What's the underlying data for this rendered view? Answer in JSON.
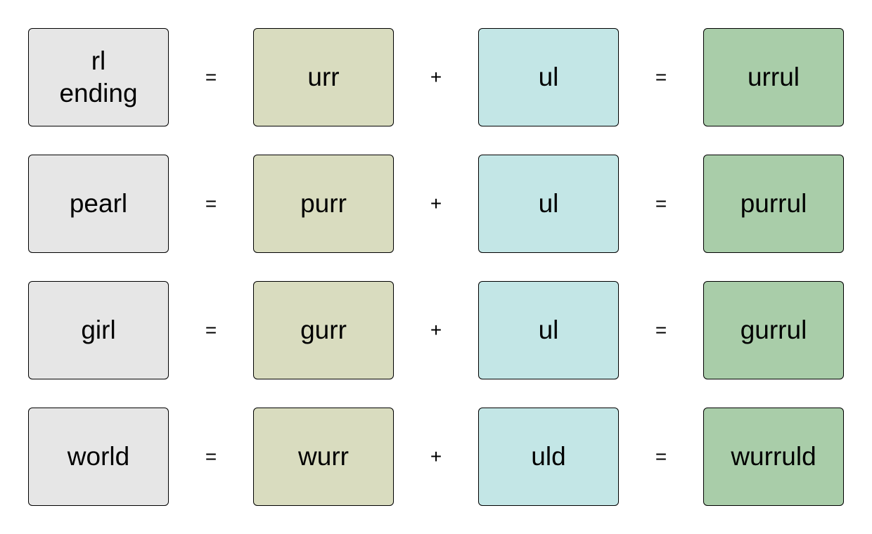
{
  "colors": {
    "word": "#e6e6e6",
    "prefix": "#d9dcbf",
    "suffix": "#c3e6e6",
    "result": "#a9cda9"
  },
  "rows": [
    {
      "word": "rl\nending",
      "eq1": "=",
      "prefix": "urr",
      "plus": "+",
      "suffix": "ul",
      "eq2": "=",
      "result": "urrul"
    },
    {
      "word": "pearl",
      "eq1": "=",
      "prefix": "purr",
      "plus": "+",
      "suffix": "ul",
      "eq2": "=",
      "result": "purrul"
    },
    {
      "word": "girl",
      "eq1": "=",
      "prefix": "gurr",
      "plus": "+",
      "suffix": "ul",
      "eq2": "=",
      "result": "gurrul"
    },
    {
      "word": "world",
      "eq1": "=",
      "prefix": "wurr",
      "plus": "+",
      "suffix": "uld",
      "eq2": "=",
      "result": "wurruld"
    }
  ]
}
